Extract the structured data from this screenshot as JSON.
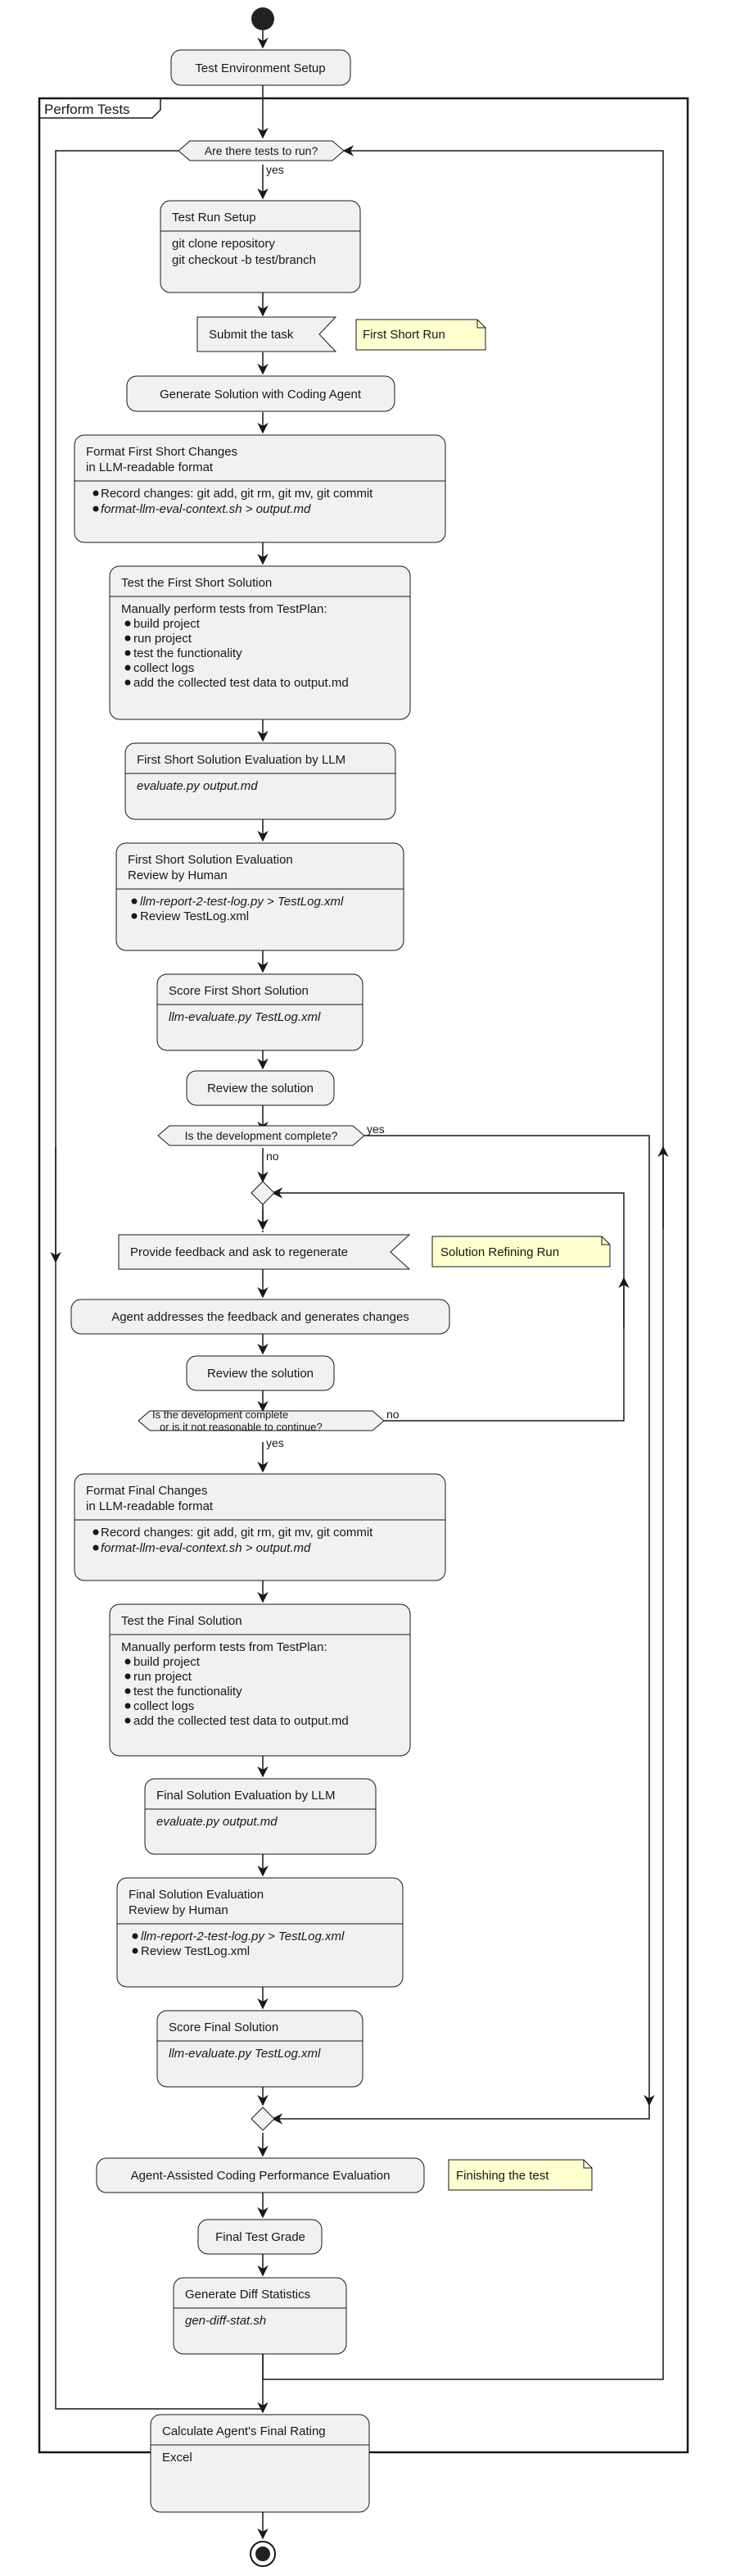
{
  "frame": {
    "title": "Perform Tests"
  },
  "nodes": {
    "env_setup": "Test Environment Setup",
    "test_run_setup": {
      "title": "Test Run Setup",
      "lines": [
        "git clone repository",
        "git checkout -b test/branch"
      ]
    },
    "submit_task": "Submit the task",
    "gen_solution": "Generate Solution with Coding Agent",
    "format_first": {
      "title": [
        "Format First Short Changes",
        "in LLM-readable format"
      ],
      "bullets": [
        "Record changes: git add, git rm, git mv, git commit",
        "format-llm-eval-context.sh > output.md"
      ]
    },
    "test_first": {
      "title": "Test the First Short Solution",
      "intro": "Manually perform tests from TestPlan:",
      "bullets": [
        "build project",
        "run project",
        "test the functionality",
        "collect logs",
        "add the collected test data to output.md"
      ]
    },
    "eval_first_llm": {
      "title": "First Short Solution Evaluation by LLM",
      "cmd": "evaluate.py output.md"
    },
    "eval_first_human": {
      "title": [
        "First Short Solution Evaluation",
        "Review by Human"
      ],
      "bullets": [
        "llm-report-2-test-log.py > TestLog.xml",
        "Review TestLog.xml"
      ]
    },
    "score_first": {
      "title": "Score First Short Solution",
      "cmd": "llm-evaluate.py TestLog.xml"
    },
    "review1": "Review the solution",
    "feedback": "Provide feedback and ask to regenerate",
    "agent_addresses": "Agent addresses the feedback and generates changes",
    "review2": "Review the solution",
    "format_final": {
      "title": [
        "Format Final Changes",
        "in LLM-readable format"
      ],
      "bullets": [
        "Record changes: git add, git rm, git mv, git commit",
        "format-llm-eval-context.sh > output.md"
      ]
    },
    "test_final": {
      "title": "Test the Final Solution",
      "intro": "Manually perform tests from TestPlan:",
      "bullets": [
        "build project",
        "run project",
        "test the functionality",
        "collect logs",
        "add the collected test data to output.md"
      ]
    },
    "eval_final_llm": {
      "title": "Final Solution Evaluation by LLM",
      "cmd": "evaluate.py output.md"
    },
    "eval_final_human": {
      "title": [
        "Final Solution Evaluation",
        "Review by Human"
      ],
      "bullets": [
        "llm-report-2-test-log.py > TestLog.xml",
        "Review TestLog.xml"
      ]
    },
    "score_final": {
      "title": "Score Final Solution",
      "cmd": "llm-evaluate.py TestLog.xml"
    },
    "agent_perf": "Agent-Assisted Coding Performance Evaluation",
    "final_grade": "Final Test Grade",
    "diff_stats": {
      "title": "Generate Diff Statistics",
      "cmd": "gen-diff-stat.sh"
    },
    "final_rating": {
      "title": "Calculate Agent's Final Rating",
      "line": "Excel"
    }
  },
  "decisions": {
    "tests_to_run": "Are there tests to run?",
    "dev_complete": "Is the development complete?",
    "dev_complete_or": [
      "Is the development complete",
      "or is it not reasonable to continue?"
    ]
  },
  "edge_labels": {
    "yes": "yes",
    "no": "no"
  },
  "notes": {
    "first_short_run": "First Short Run",
    "refining_run": "Solution Refining Run",
    "finishing": "Finishing the test"
  },
  "colors": {
    "node_fill": "#f1f1f1",
    "stroke": "#181818",
    "note_fill": "#fefece",
    "background": "#ffffff"
  }
}
